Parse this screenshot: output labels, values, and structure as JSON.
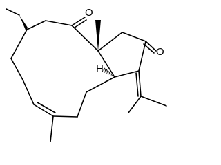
{
  "molecule": {
    "atom_labels": {
      "ketone_top": "O",
      "ketone_right": "O",
      "ring_h": "H"
    },
    "colors": {
      "bond": "#000000",
      "background": "#ffffff"
    }
  }
}
